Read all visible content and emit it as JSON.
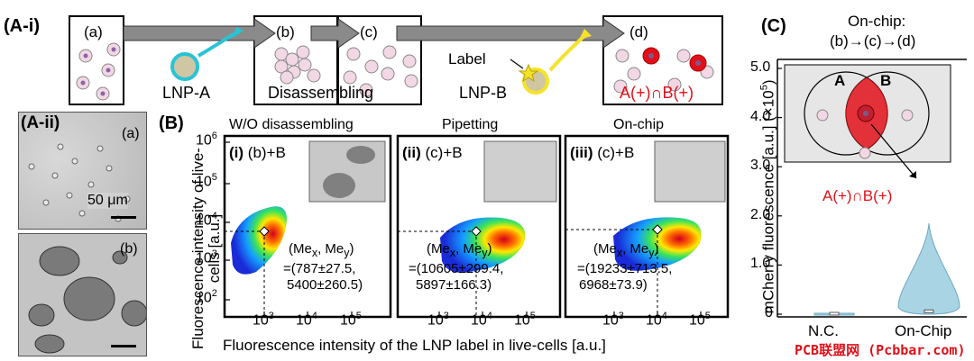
{
  "panel_a_i": {
    "label": "(A-i)",
    "steps": [
      "(a)",
      "(b)",
      "(c)",
      "(d)"
    ],
    "lnp_a": "LNP-A",
    "disassembling": "Disassembling",
    "label_text": "Label",
    "lnp_b": "LNP-B",
    "result": "A(+)∩B(+)"
  },
  "panel_a_ii": {
    "label": "(A-ii)",
    "tag_a": "(a)",
    "tag_b": "(b)",
    "scale": "50 μm"
  },
  "panel_b": {
    "label": "(B)",
    "ylabel": "Fluorescence intensity of live-cells [a.u.]",
    "xlabel": "Fluorescence intensity of the LNP label in live-cells [a.u.]",
    "y_ticks": [
      "10",
      "10",
      "10",
      "10",
      "10"
    ],
    "y_exps": [
      "6",
      "5",
      "4",
      "3",
      "2"
    ],
    "x_ticks_exp": [
      "3",
      "4",
      "5"
    ],
    "subplots": [
      {
        "header": "W/O disassembling",
        "tag": "(i)",
        "cond": "(b)+B",
        "me_label": "(Me",
        "me_x": "x",
        "me_sep": ", Me",
        "me_y": "y",
        "me_close": ")",
        "line1": "=(787±27.5,",
        "line2": "5400±260.5)",
        "me_x_value": 787,
        "me_y_value": 5400
      },
      {
        "header": "Pipetting",
        "tag": "(ii)",
        "cond": "(c)+B",
        "me_label": "(Me",
        "me_x": "x",
        "me_sep": ", Me",
        "me_y": "y",
        "me_close": ")",
        "line1": "=(10605±299.4,",
        "line2": "5897±166.3)",
        "me_x_value": 10605,
        "me_y_value": 5897
      },
      {
        "header": "On-chip",
        "tag": "(iii)",
        "cond": "(c)+B",
        "me_label": "(Me",
        "me_x": "x",
        "me_sep": ", Me",
        "me_y": "y",
        "me_close": ")",
        "line1": "=(19233±713.5,",
        "line2": "6968±73.9)",
        "me_x_value": 19233,
        "me_y_value": 6968
      }
    ]
  },
  "panel_c": {
    "label": "(C)",
    "title_line1": "On-chip:",
    "title_line2": "(b)→(c)→(d)",
    "venn_a": "A",
    "venn_b": "B",
    "venn_result": "A(+)∩B(+)",
    "ylabel": "mCherry fluorescence [a.u.] (×10",
    "ylabel_exp": "5",
    "ylabel_close": ")",
    "y_ticks": [
      "0",
      "1.0",
      "2.0",
      "3.0",
      "4.0",
      "5.0"
    ],
    "categories": [
      "N.C.",
      "On-Chip"
    ]
  },
  "chart_data": {
    "type": "violin",
    "categories": [
      "N.C.",
      "On-Chip"
    ],
    "ylabel": "mCherry fluorescence [a.u.] (×10^5)",
    "ylim": [
      0,
      5.0
    ],
    "series": [
      {
        "name": "N.C.",
        "min": 0.0,
        "max": 0.02,
        "median": 0.0
      },
      {
        "name": "On-Chip",
        "min": 0.0,
        "max": 1.85,
        "median": 0.05
      }
    ]
  },
  "watermark": "PCB联盟网 (Pcbbar.com)",
  "colors": {
    "accent_red": "#e0101a",
    "violin_fill": "#a9d4e4",
    "arrow_gray": "#8a8a8a",
    "cyan": "#29c3d6",
    "yellow": "#f4e32a"
  }
}
